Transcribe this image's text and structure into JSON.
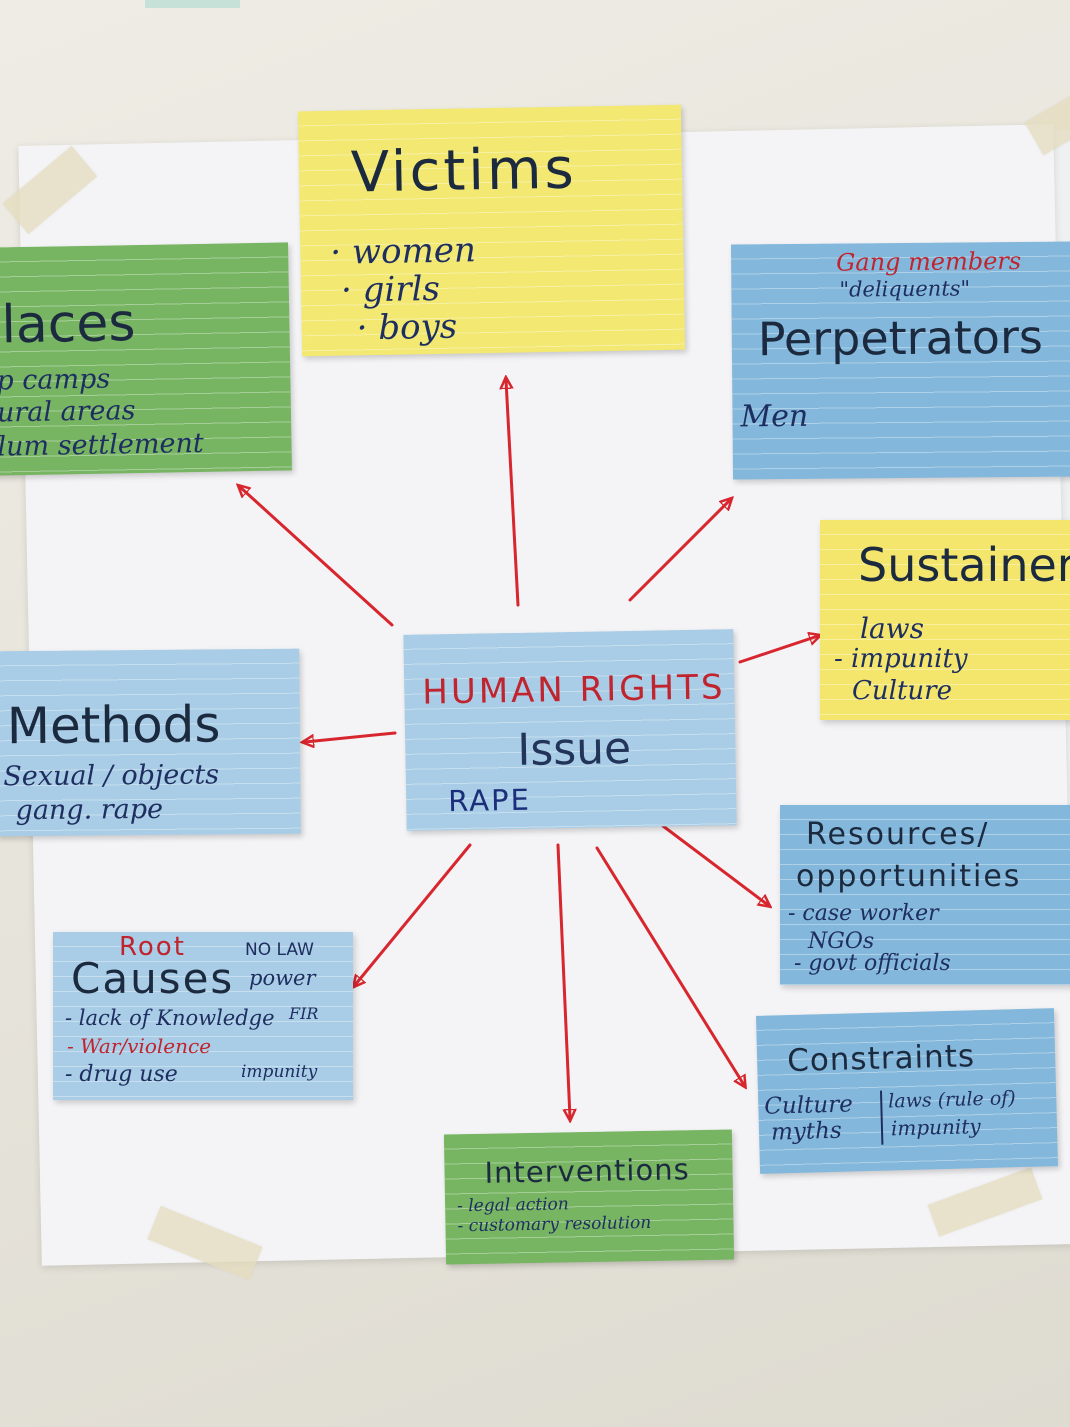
{
  "center": {
    "title_line1": "HUMAN RIGHTS",
    "title_line2": "Issue",
    "subtitle": "RAPE"
  },
  "victims": {
    "title": "Victims",
    "items": [
      "· women",
      "· girls",
      "· boys"
    ]
  },
  "places": {
    "title": "laces",
    "items": [
      "p camps",
      "ural areas",
      "lum settlement"
    ]
  },
  "perpetrators": {
    "note_line1": "Gang members",
    "note_line2": "\"deliquents\"",
    "title": "Perpetrators",
    "item": "Men"
  },
  "sustainers": {
    "title": "Sustainer",
    "items": [
      "laws",
      "- impunity",
      "Culture"
    ]
  },
  "methods": {
    "title": "Methods",
    "items": [
      "Sexual / objects",
      "gang. rape"
    ]
  },
  "root_causes": {
    "label_root": "Root",
    "label_no_law": "NO LAW",
    "title": "Causes",
    "label_power": "power",
    "items": [
      "- lack of Knowledge",
      "- War/violence",
      "- drug use"
    ],
    "note_fir": "FIR",
    "note_impunity": "impunity"
  },
  "resources": {
    "title_line1": "Resources/",
    "title_line2": "opportunities",
    "items": [
      "- case worker",
      "NGOs",
      "- govt officials"
    ]
  },
  "constraints": {
    "title": "Constraints",
    "col1": [
      "Culture",
      "myths"
    ],
    "col2": [
      "laws (rule of)",
      "impunity"
    ]
  },
  "interventions": {
    "title": "Interventions",
    "items": [
      "- legal action",
      "- customary resolution"
    ]
  },
  "colors": {
    "arrow": "#d8262e",
    "yellow_card": "#f2e872",
    "green_card": "#77b562",
    "blue_card": "#83b8dc",
    "light_blue_card": "#a9cde6",
    "red_ink": "#c0242e",
    "blue_ink": "#1e2e60"
  }
}
